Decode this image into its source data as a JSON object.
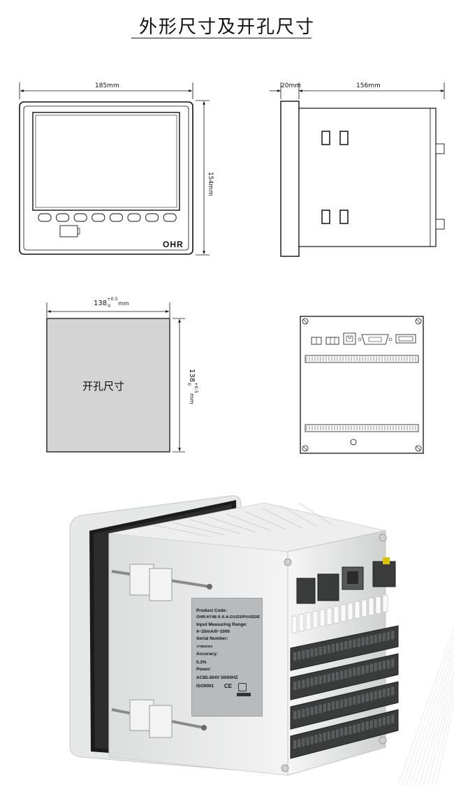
{
  "title": "外形尺寸及开孔尺寸",
  "front_view": {
    "width_label": "185mm",
    "height_label": "154mm",
    "brand": "OHR",
    "button_count": 8
  },
  "side_view": {
    "depth_front_label": "20mm",
    "depth_body_label": "156mm"
  },
  "cutout_view": {
    "width_label": "138",
    "height_label": "138",
    "tolerance_upper": "+0.5",
    "tolerance_lower": "0",
    "unit": "mm",
    "center_label": "开孔尺寸"
  },
  "rear_photo": {
    "product_code_label": "Product Code:",
    "product_code": "OHR-H748-X-X-A-D1/D3/P/U/SD/E",
    "input_range_label": "Input Measuring Range:",
    "input_range": "4~20mA/0~1000",
    "serial_label": "Serial Number:",
    "serial": "170802004",
    "accuracy_label": "Accuracy:",
    "accuracy": "0.2%",
    "power_label": "Power:",
    "power": "AC85-264V  50/60HZ",
    "cert_iso": "ISO9001",
    "cert_ce": "CE"
  },
  "colors": {
    "line": "#111111",
    "cutout_fill": "#d4d4d4",
    "device_body": "#e9eaea",
    "terminal": "#3a3b3b",
    "plate": "#b8babb"
  }
}
